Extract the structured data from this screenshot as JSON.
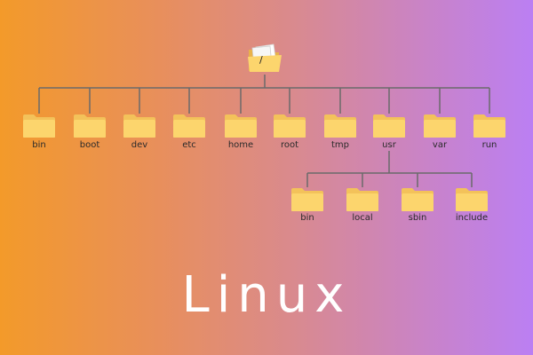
{
  "root": {
    "label": "/"
  },
  "top_level": [
    "bin",
    "boot",
    "dev",
    "etc",
    "home",
    "root",
    "tmp",
    "usr",
    "var",
    "run"
  ],
  "usr_children": [
    "bin",
    "local",
    "sbin",
    "include"
  ],
  "title": "Linux",
  "colors": {
    "folder_back": "#f3c25a",
    "folder_front": "#fcd56d",
    "folder_tab": "#e9b24a",
    "line": "#6a6a6a",
    "title": "#ffffff"
  },
  "icons": {
    "folder": "folder-icon",
    "root": "open-folder-icon"
  }
}
